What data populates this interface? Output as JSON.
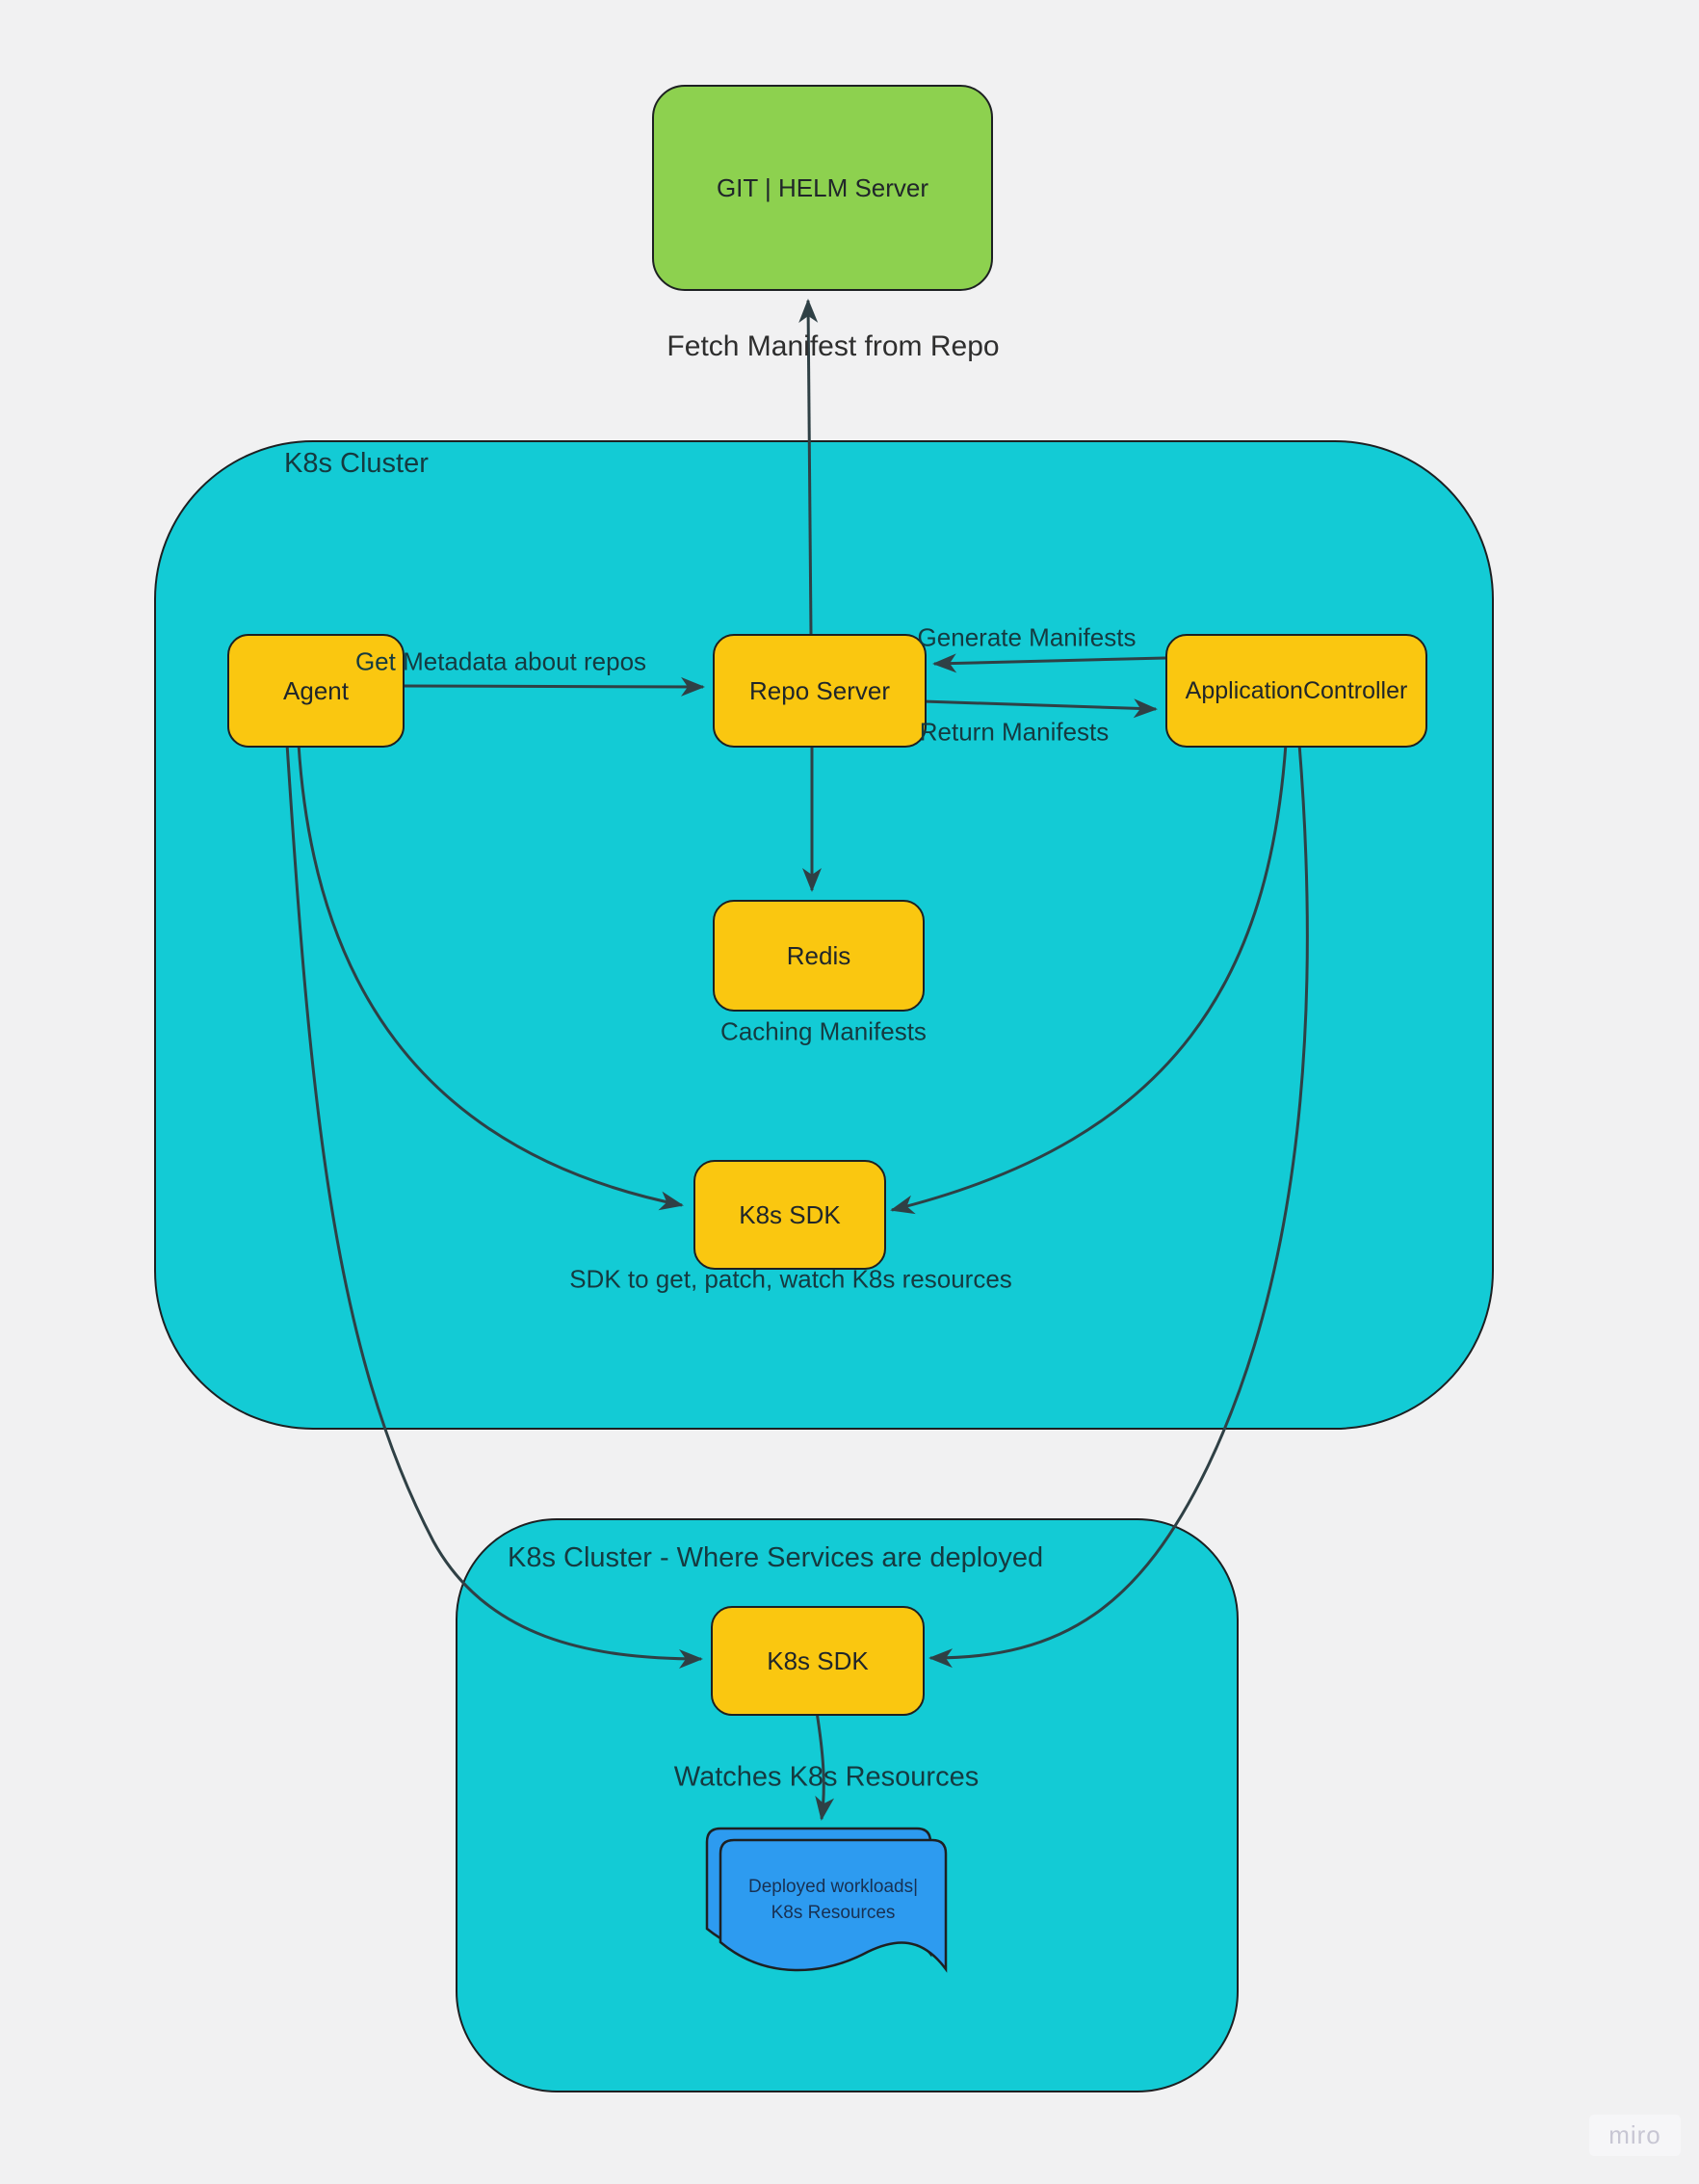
{
  "colors": {
    "bg": "#f1f1f2",
    "teal": "#13cbd5",
    "yellow": "#fac710",
    "green": "#8dd14f",
    "blue": "#2d9bf0",
    "line": "#2f4045",
    "shape-border": "#1d2022",
    "title-text": "#153a40",
    "box-text": "#20262a",
    "label-text": "#2e2e2e",
    "doc-text": "#183153",
    "watermark-text": "#c7c6d3",
    "watermark-bg": "#f6f6f8"
  },
  "containers": {
    "cluster_main": {
      "label": "K8s Cluster"
    },
    "cluster_services": {
      "label": "K8s Cluster - Where Services are deployed"
    }
  },
  "nodes": {
    "git_helm_server": {
      "label": "GIT | HELM Server"
    },
    "agent": {
      "label": "Agent"
    },
    "repo_server": {
      "label": "Repo Server"
    },
    "application_controller": {
      "label": "ApplicationController"
    },
    "redis": {
      "label": "Redis"
    },
    "k8s_sdk_main": {
      "label": "K8s SDK"
    },
    "k8s_sdk_services": {
      "label": "K8s SDK"
    },
    "deployed_workloads": {
      "line1": "Deployed workloads|",
      "line2": "K8s Resources"
    }
  },
  "edge_labels": {
    "fetch_manifest": "Fetch Manifest from Repo",
    "get_metadata": "Get Metadata about repos",
    "generate_manifests": "Generate Manifests",
    "return_manifests": "Return Manifests",
    "caching_manifests": "Caching Manifests",
    "sdk_description": "SDK to get, patch, watch K8s resources",
    "watches_resources": "Watches K8s Resources"
  },
  "watermark": {
    "label": "miro"
  }
}
